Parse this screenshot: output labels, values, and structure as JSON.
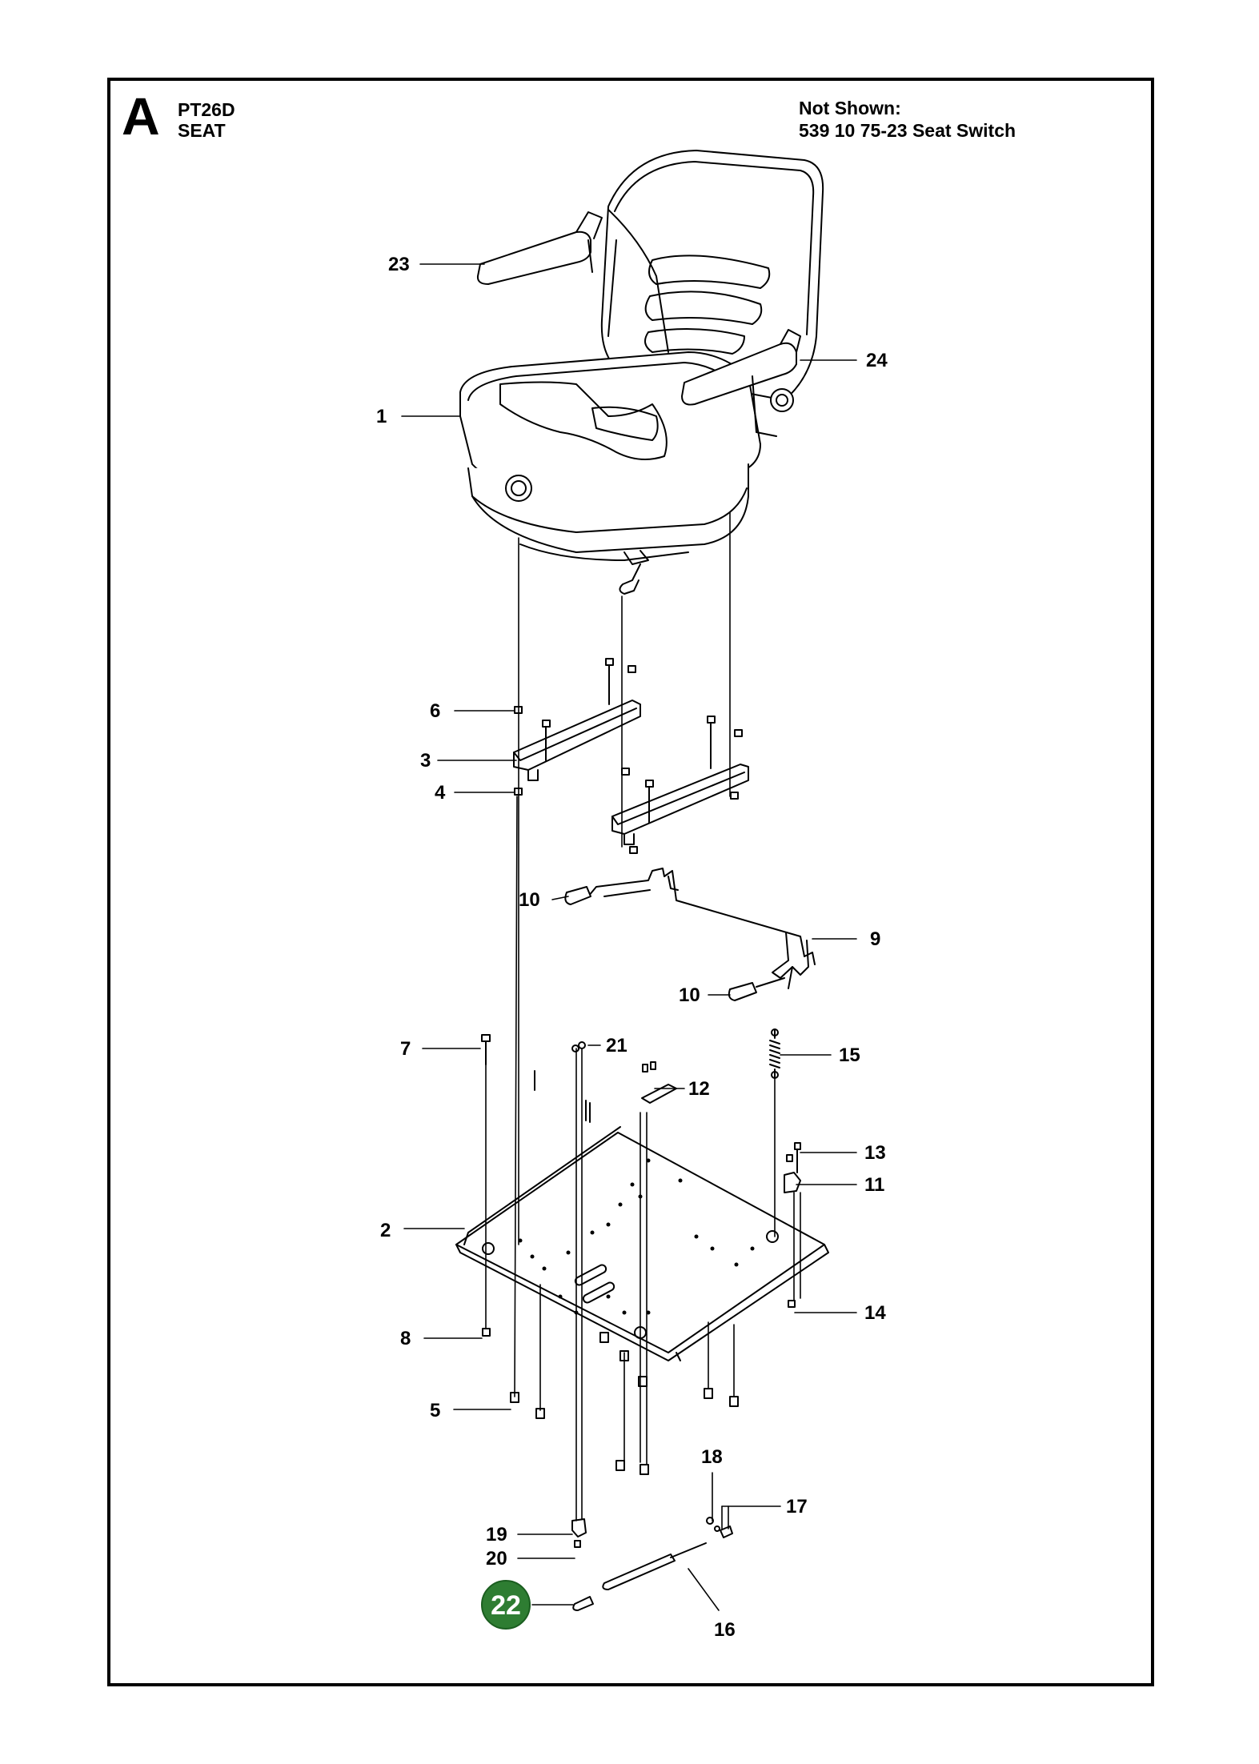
{
  "header": {
    "section_letter": "A",
    "model": "PT26D",
    "assembly": "SEAT",
    "not_shown_title": "Not Shown:",
    "not_shown_item": "539 10 75-23 Seat Switch"
  },
  "colors": {
    "highlight": "#2e7d32",
    "line": "#000000"
  },
  "callouts": [
    "1",
    "2",
    "3",
    "4",
    "5",
    "6",
    "7",
    "8",
    "9",
    "10",
    "10",
    "11",
    "12",
    "13",
    "14",
    "15",
    "16",
    "17",
    "18",
    "19",
    "20",
    "21",
    "22",
    "23",
    "24"
  ],
  "highlighted_callout": "22"
}
